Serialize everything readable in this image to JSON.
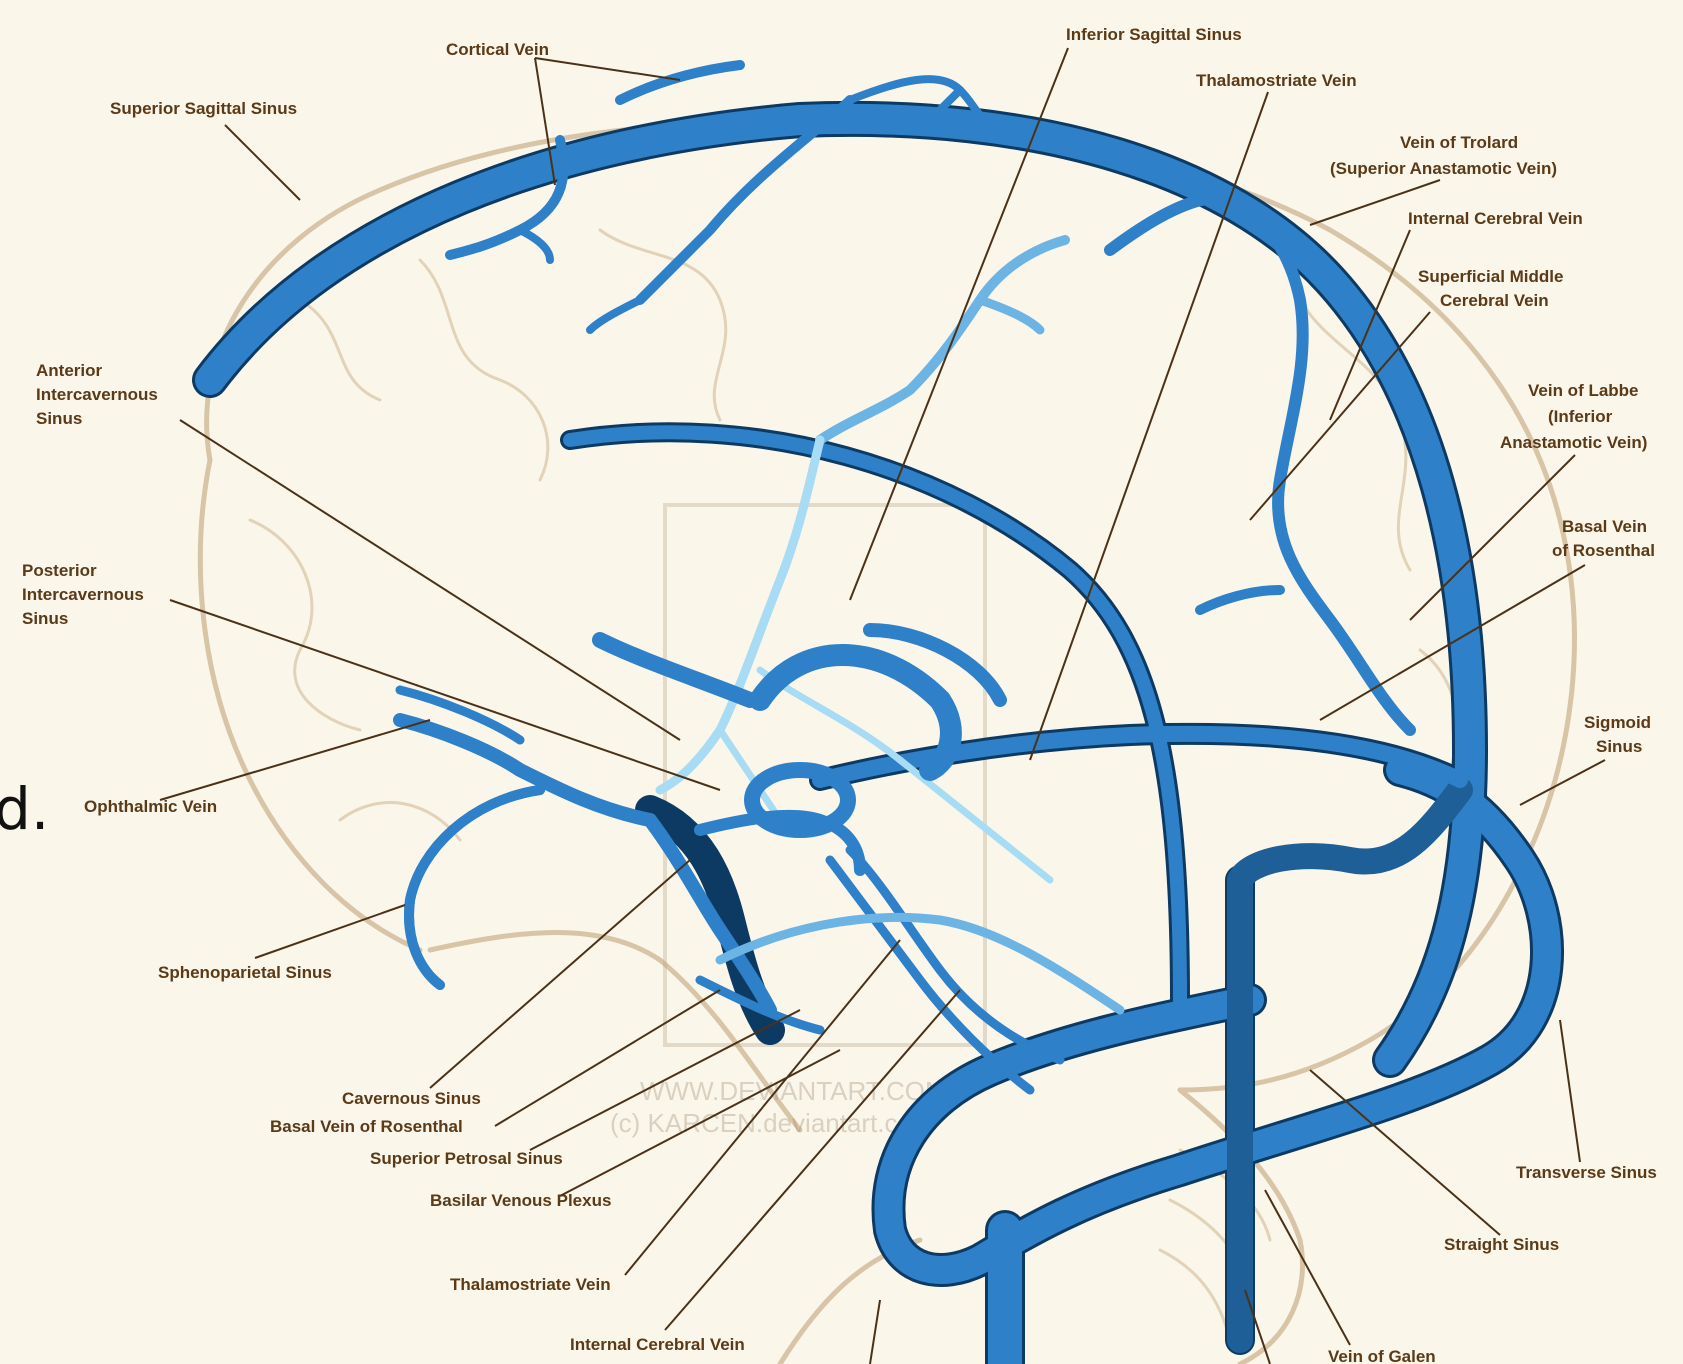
{
  "labels": {
    "cortical_vein": "Cortical Vein",
    "inferior_sagittal_sinus": "Inferior Sagittal Sinus",
    "thalamostriate_vein_top": "Thalamostriate Vein",
    "superior_sagittal_sinus": "Superior Sagittal Sinus",
    "vein_of_trolard_1": "Vein of Trolard",
    "vein_of_trolard_2": "(Superior Anastamotic Vein)",
    "internal_cerebral_vein_top": "Internal Cerebral Vein",
    "superficial_middle_1": "Superficial Middle",
    "superficial_middle_2": "Cerebral Vein",
    "anterior_intercavernous_1": "Anterior",
    "anterior_intercavernous_2": "Intercavernous",
    "anterior_intercavernous_3": "Sinus",
    "vein_of_labbe_1": "Vein of Labbe",
    "vein_of_labbe_2": "(Inferior",
    "vein_of_labbe_3": "Anastamotic Vein)",
    "basal_rosenthal_right_1": "Basal Vein",
    "basal_rosenthal_right_2": "of Rosenthal",
    "posterior_intercavernous_1": "Posterior",
    "posterior_intercavernous_2": "Intercavernous",
    "posterior_intercavernous_3": "Sinus",
    "sigmoid_1": "Sigmoid",
    "sigmoid_2": "Sinus",
    "ophthalmic_vein": "Ophthalmic Vein",
    "sphenoparietal_sinus": "Sphenoparietal Sinus",
    "cavernous_sinus": "Cavernous Sinus",
    "basal_rosenthal_bottom": "Basal Vein of Rosenthal",
    "superior_petrosal_sinus": "Superior Petrosal Sinus",
    "basilar_venous_plexus": "Basilar Venous Plexus",
    "thalamostriate_vein_bottom": "Thalamostriate Vein",
    "internal_cerebral_vein_bottom": "Internal Cerebral Vein",
    "transverse_sinus": "Transverse Sinus",
    "straight_sinus": "Straight Sinus",
    "vein_of_galen": "Vein of Galen"
  },
  "watermark": {
    "line1": "WWW.DEVIANTART.COM",
    "line2": "(c) KARCEN.deviantart.com"
  },
  "page_fragment": "d.",
  "colors": {
    "background": "#fbf6ea",
    "vein": "#2e80c8",
    "vein_light": "#6cb4e4",
    "vein_pale": "#a7dcf4",
    "vein_dark": "#1e5f97",
    "outline": "#0d3a63",
    "brain_outline": "#d8c4a6",
    "label_text": "#5a3a17"
  }
}
